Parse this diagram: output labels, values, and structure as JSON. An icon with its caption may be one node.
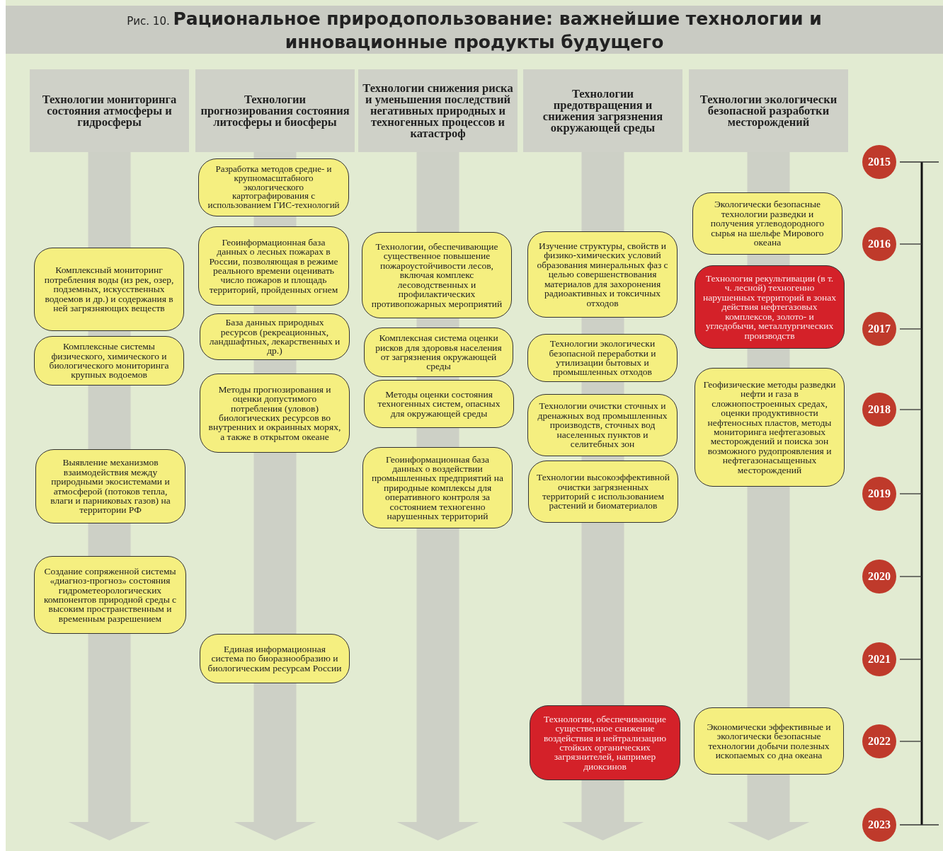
{
  "diagram": {
    "title": "Рис. 10. **Рациональное природопользование: важнейшие технологии и инновационные продукты будущего**",
    "nodes": [
      {
        "text": [
          "Технологии мониторинга состояния атмосферы и гидросферы"
        ]
      },
      {
        "text": [
          "Технологии прогнозирования состояния литосферы и биосферы"
        ]
      },
      {
        "text": [
          "Технологии снижения риска и уменьшения последствий негативных природных и техногенных процессов и катастроф"
        ]
      },
      {
        "text": [
          "Технологии предотвращения и снижения загрязнения окружающей среды"
        ]
      },
      {
        "text": [
          "Технологии экологически безопасной разработки месторождений"
        ]
      },
      {
        "text": [
          "Комплексный мониторинг потребления воды (из рек, озер, подземных, искусственных водоемов и др.) и содержания в ней загрязняющих веществ"
        ]
      },
      {
        "text": [
          "Комплексные системы физического, химического и биологического мониторинга крупных водоемов"
        ]
      },
      {
        "text": [
          "Выявление механизмов взаимодействия между природными экосистемами и атмосферой (потоков тепла, влаги и парниковых газов) на территории РФ"
        ]
      },
      {
        "text": [
          "Создание сопряженной системы «диагноз-прогноз» состояния гидрометеорологических компонентов природной среды с высоким пространственным и временным разрешением"
        ]
      },
      {
        "text": [
          "Разработка методов средне- и крупномасштабного экологического картографирования с использованием ГИС-технологий"
        ]
      },
      {
        "text": [
          "Геоинформационная база данных о лесных пожарах в России, позволяющая в режиме реального времени оценивать число пожаров и площадь территорий, пройденных огнем"
        ]
      },
      {
        "text": [
          "База данных природных ресурсов (рекреационных, ландшафтных, лекарственных и др.)"
        ]
      },
      {
        "text": [
          "Методы прогнозирования и оценки допустимого потребления (уловов) биологических ресурсов во внутренних и окраинных морях, а также в открытом океане"
        ]
      },
      {
        "text": [
          "Единая информационная система по биоразнообразию и биологическим ресурсам России"
        ]
      },
      {
        "text": [
          "Технологии, обеспечивающие существенное повышение пожароустойчивости лесов, включая комплекс лесоводственных и профилактических противопожарных мероприятий"
        ]
      },
      {
        "text": [
          "Комплексная система оценки рисков для здоровья населения от загрязнения окружающей среды"
        ]
      },
      {
        "text": [
          "Методы оценки состояния техногенных систем, опасных для окружающей среды"
        ]
      },
      {
        "text": [
          "Геоинформационная база данных о воздействии промышленных предприятий на природные комплексы для оперативного контроля за состоянием техногенно нарушенных территорий"
        ]
      },
      {
        "text": [
          "Изучение структуры, свойств и физико-химических условий образования минеральных фаз с целью совершенствования материалов для захоронения радиоактивных и токсичных отходов"
        ]
      },
      {
        "text": [
          "Технологии экологически безопасной переработки и утилизации бытовых и промышленных отходов"
        ]
      },
      {
        "text": [
          "Технологии очистки сточных и дренажных вод промышленных производств, сточных вод населенных пунктов и селитебных зон"
        ]
      },
      {
        "text": [
          "Технологии высокоэффективной очистки загрязненных территорий с использованием растений и биоматериалов"
        ]
      },
      {
        "text": [
          "Технологии, обеспечивающие существенное снижение воздействия и нейтрализацию стойких органических загрязнителей, например диоксинов"
        ]
      },
      {
        "text": [
          "Экологически безопасные технологии разведки и получения углеводородного сырья на шельфе Мирового океана"
        ]
      },
      {
        "text": [
          "Технология рекультивации (в т. ч. лесной) техногенно нарушенных территорий в зонах действия нефтегазовых комплексов, золото- и угледобычи, металлургических производств"
        ]
      },
      {
        "text": [
          "Геофизические методы разведки нефти и газа в сложнопостроенных средах, оценки продуктивности нефтеносных пластов, методы мониторинга нефтегазовых месторождений и поиска зон возможного рудопроявления и нефтегазонасыщенных месторождений"
        ]
      },
      {
        "text": [
          "Экономически эффективные и экологически безопасные технологии добычи полезных ископаемых со дна океана"
        ]
      },
      {
        "text": [
          "2015"
        ]
      },
      {
        "text": [
          "2016"
        ]
      },
      {
        "text": [
          "2017"
        ]
      },
      {
        "text": [
          "2018"
        ]
      },
      {
        "text": [
          "2019"
        ]
      },
      {
        "text": [
          "2020"
        ]
      },
      {
        "text": [
          "2021"
        ]
      },
      {
        "text": [
          "2022"
        ]
      },
      {
        "text": [
          "2023"
        ]
      }
    ]
  }
}
